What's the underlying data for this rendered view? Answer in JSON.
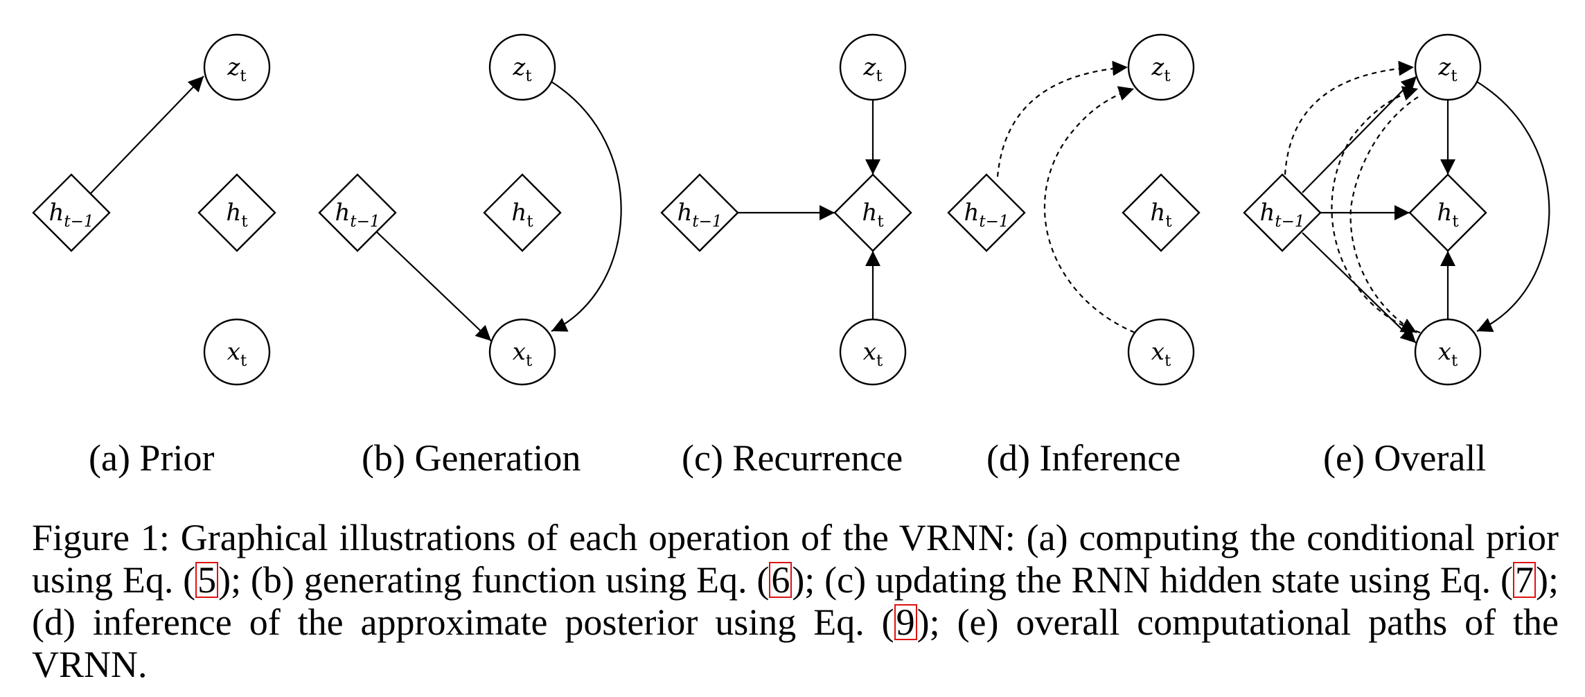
{
  "subfigures": [
    {
      "id": "a",
      "label": "(a) Prior"
    },
    {
      "id": "b",
      "label": "(b) Generation"
    },
    {
      "id": "c",
      "label": "(c) Recurrence"
    },
    {
      "id": "d",
      "label": "(d) Inference"
    },
    {
      "id": "e",
      "label": "(e) Overall"
    }
  ],
  "nodes": {
    "z": {
      "base": "z",
      "sub": "t"
    },
    "h": {
      "base": "h",
      "sub": "t"
    },
    "hprev": {
      "base": "h",
      "sub": "t−1"
    },
    "x": {
      "base": "x",
      "sub": "t"
    }
  },
  "caption": {
    "prefix": "Figure 1:  Graphical illustrations of each operation of the VRNN: (a) computing the conditional prior using Eq. (",
    "ref1": "5",
    "mid1": "); (b) generating function using Eq. (",
    "ref2": "6",
    "mid2": "); (c) updating the RNN hidden state using Eq. (",
    "ref3": "7",
    "mid3": "); (d) inference of the approximate posterior using Eq. (",
    "ref4": "9",
    "suffix": "); (e) overall computational paths of the VRNN."
  }
}
